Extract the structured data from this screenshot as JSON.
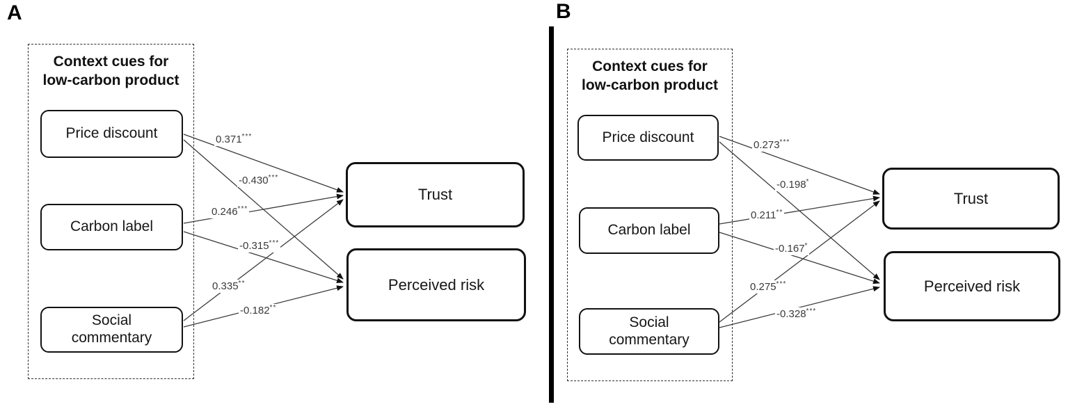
{
  "figure": {
    "type": "structural-path-diagram",
    "panels": [
      {
        "label": "A",
        "group_title": "Context cues for\nlow-carbon product",
        "predictors": [
          {
            "label": "Price discount"
          },
          {
            "label": "Carbon label"
          },
          {
            "label": "Social\ncommentary"
          }
        ],
        "outcomes": [
          {
            "label": "Trust"
          },
          {
            "label": "Perceived risk"
          }
        ],
        "paths": [
          {
            "from": "Price discount",
            "to": "Trust",
            "coefficient": "0.371",
            "significance": "***"
          },
          {
            "from": "Price discount",
            "to": "Perceived risk",
            "coefficient": "-0.430",
            "significance": "***"
          },
          {
            "from": "Carbon label",
            "to": "Trust",
            "coefficient": "0.246",
            "significance": "***"
          },
          {
            "from": "Carbon label",
            "to": "Perceived risk",
            "coefficient": "-0.315",
            "significance": "***"
          },
          {
            "from": "Social commentary",
            "to": "Trust",
            "coefficient": "0.335",
            "significance": "**"
          },
          {
            "from": "Social commentary",
            "to": "Perceived risk",
            "coefficient": "-0.182",
            "significance": "**"
          }
        ]
      },
      {
        "label": "B",
        "group_title": "Context cues for\nlow-carbon product",
        "predictors": [
          {
            "label": "Price discount"
          },
          {
            "label": "Carbon label"
          },
          {
            "label": "Social\ncommentary"
          }
        ],
        "outcomes": [
          {
            "label": "Trust"
          },
          {
            "label": "Perceived risk"
          }
        ],
        "paths": [
          {
            "from": "Price discount",
            "to": "Trust",
            "coefficient": "0.273",
            "significance": "***"
          },
          {
            "from": "Price discount",
            "to": "Perceived risk",
            "coefficient": "-0.198",
            "significance": "*"
          },
          {
            "from": "Carbon label",
            "to": "Trust",
            "coefficient": "0.211",
            "significance": "**"
          },
          {
            "from": "Carbon label",
            "to": "Perceived risk",
            "coefficient": "-0.167",
            "significance": "*"
          },
          {
            "from": "Social commentary",
            "to": "Trust",
            "coefficient": "0.275",
            "significance": "***"
          },
          {
            "from": "Social commentary",
            "to": "Perceived risk",
            "coefficient": "-0.328",
            "significance": "***"
          }
        ]
      }
    ],
    "colors": {
      "background": "#ffffff",
      "box_border": "#111111",
      "line": "#3a3a3a",
      "text": "#161616"
    }
  }
}
